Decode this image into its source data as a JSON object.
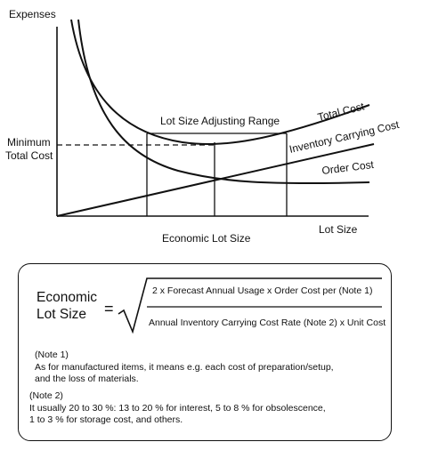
{
  "graph": {
    "y_axis_label": "Expenses",
    "x_axis_label": "Lot Size",
    "total_cost_label": "Total Cost",
    "carrying_cost_label": "Inventory Carrying Cost",
    "order_cost_label": "Order Cost",
    "range_label": "Lot Size Adjusting Range",
    "min_cost_label_line1": "Minimum",
    "min_cost_label_line2": "Total Cost",
    "economic_lot_label": "Economic Lot Size"
  },
  "formula": {
    "lhs_line1": "Economic",
    "lhs_line2": "Lot Size",
    "equals": "=",
    "numerator": "2 x Forecast Annual Usage x Order Cost per (Note 1)",
    "denominator": "Annual Inventory Carrying Cost Rate (Note 2) x Unit Cost"
  },
  "notes": [
    {
      "title": "(Note 1)",
      "lines": [
        "As for manufactured items, it means e.g. each cost of preparation/setup,",
        "and the loss of materials."
      ]
    },
    {
      "title": "(Note 2)",
      "lines": [
        "It usually 20 to 30 %: 13 to 20 % for interest, 5 to 8 % for obsolescence,",
        "1 to 3 % for storage cost, and others."
      ]
    }
  ]
}
